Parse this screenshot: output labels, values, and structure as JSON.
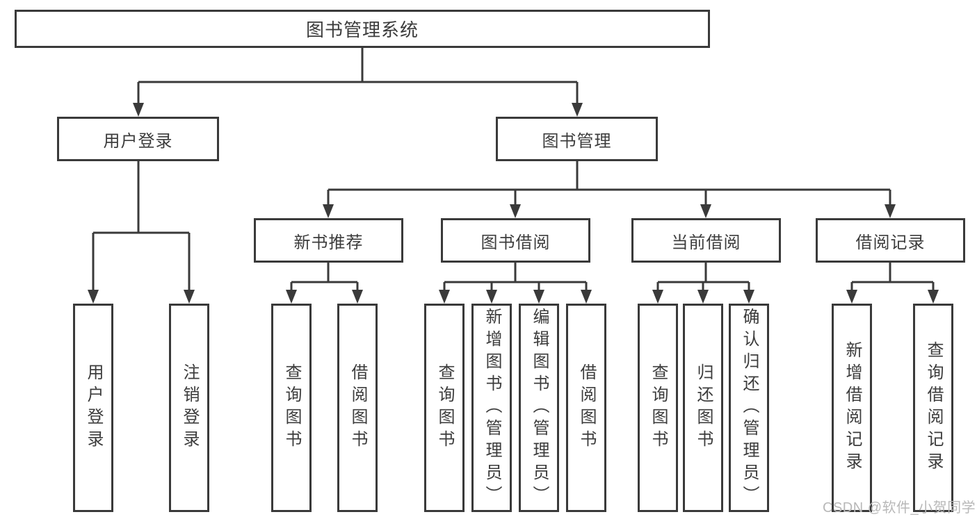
{
  "colors": {
    "line": "#3a3a3a",
    "box_border": "#3a3a3a",
    "text": "#3c3c3c",
    "background": "#ffffff",
    "watermark_text_color": "#b8b8b8"
  },
  "watermark": {
    "text": "CSDN @软件_小贺同学"
  },
  "diagram": {
    "root": {
      "label": "图书管理系统"
    },
    "level2": [
      {
        "label": "用户登录",
        "children": [
          {
            "label": "用户登录"
          },
          {
            "label": "注销登录"
          }
        ]
      },
      {
        "label": "图书管理",
        "children": [
          {
            "label": "新书推荐",
            "children": [
              {
                "label": "查询图书"
              },
              {
                "label": "借阅图书"
              }
            ]
          },
          {
            "label": "图书借阅",
            "children": [
              {
                "label": "查询图书"
              },
              {
                "label": "新增图书（管理员）"
              },
              {
                "label": "编辑图书（管理员）"
              },
              {
                "label": "借阅图书"
              }
            ]
          },
          {
            "label": "当前借阅",
            "children": [
              {
                "label": "查询图书"
              },
              {
                "label": "归还图书"
              },
              {
                "label": "确认归还（管理员）"
              }
            ]
          },
          {
            "label": "借阅记录",
            "children": [
              {
                "label": "新增借阅记录"
              },
              {
                "label": "查询借阅记录"
              }
            ]
          }
        ]
      }
    ]
  }
}
